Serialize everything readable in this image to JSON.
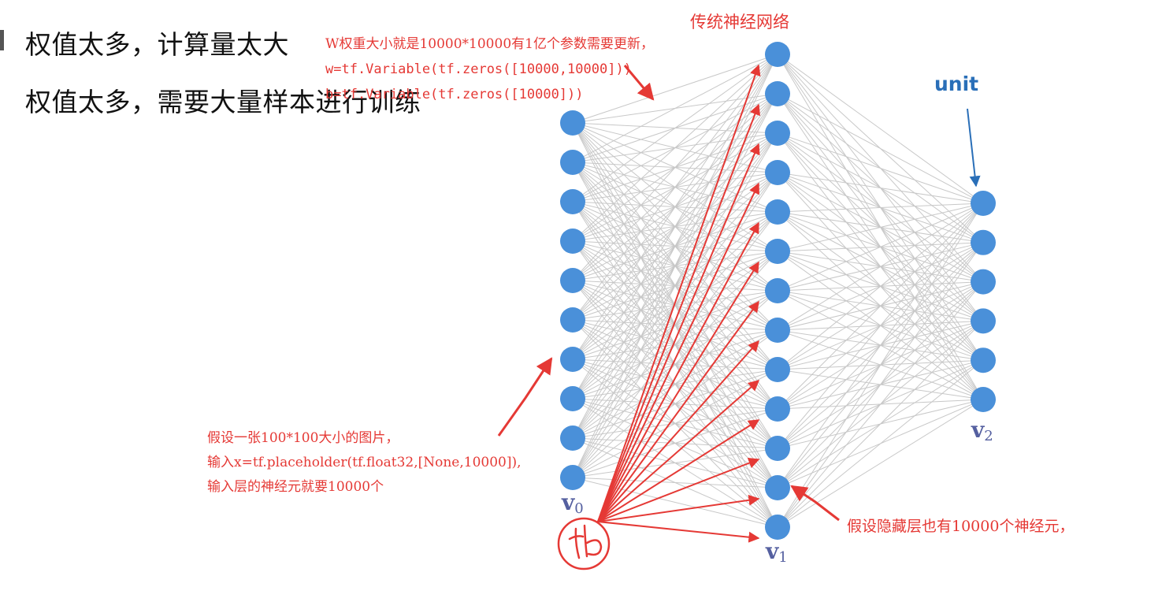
{
  "headings": {
    "line1": "权值太多，计算量太大",
    "line2": "权值太多，需要大量样本进行训练"
  },
  "notes": {
    "network_title": "传统神经网络",
    "weights": [
      "W权重大小就是10000*10000有1亿个参数需要更新，",
      "w=tf.Variable(tf.zeros([10000,10000]))",
      "b=tf.Variable(tf.zeros([10000]))"
    ],
    "input": [
      "假设一张100*100大小的图片，",
      "输入x=tf.placeholder(tf.float32,[None,10000]),",
      "输入层的神经元就要10000个"
    ],
    "hidden": "假设隐藏层也有10000个神经元，"
  },
  "labels": {
    "unit": "unit",
    "v0_base": "v",
    "v0_sub": "0",
    "v1_base": "v",
    "v1_sub": "1",
    "v2_base": "v",
    "v2_sub": "2",
    "bias_handwritten": "tb"
  },
  "network": {
    "layer_sizes": [
      10,
      13,
      6
    ]
  },
  "colors": {
    "node": "#4a90d9",
    "edge": "#c8c8c8",
    "annotation": "#e53935",
    "unit_arrow": "#2a6fb8",
    "layer_label": "#5560a0"
  }
}
